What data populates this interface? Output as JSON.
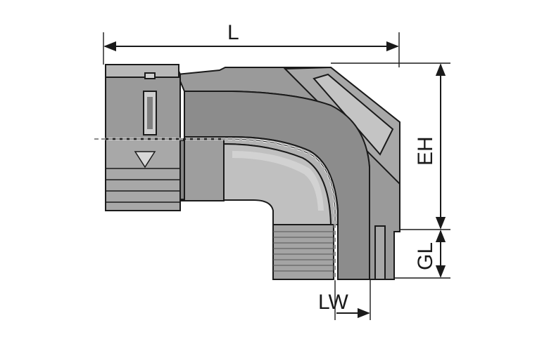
{
  "dimensions": {
    "length_label": "L",
    "height_label": "EH",
    "thread_length_label": "GL",
    "clear_width_label": "LW"
  },
  "colors": {
    "body_dark": "#8a8a8a",
    "body_mid": "#a0a0a0",
    "body_light": "#bdbdbd",
    "highlight": "#d2d2d2",
    "line": "#1a1a1a",
    "background": "#ffffff"
  }
}
